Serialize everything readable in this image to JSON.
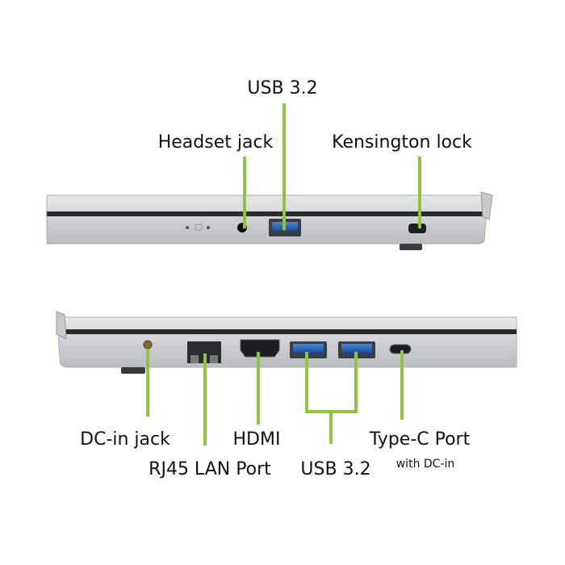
{
  "accent_color": "#8cc63f",
  "right_side": {
    "labels": {
      "usb": "USB 3.2",
      "headset": "Headset jack",
      "kensington": "Kensington lock"
    }
  },
  "left_side": {
    "labels": {
      "dc_in": "DC-in jack",
      "rj45": "RJ45 LAN Port",
      "hdmi": "HDMI",
      "usb": "USB 3.2",
      "typec": "Type-C Port",
      "typec_sub": "with DC-in"
    }
  }
}
